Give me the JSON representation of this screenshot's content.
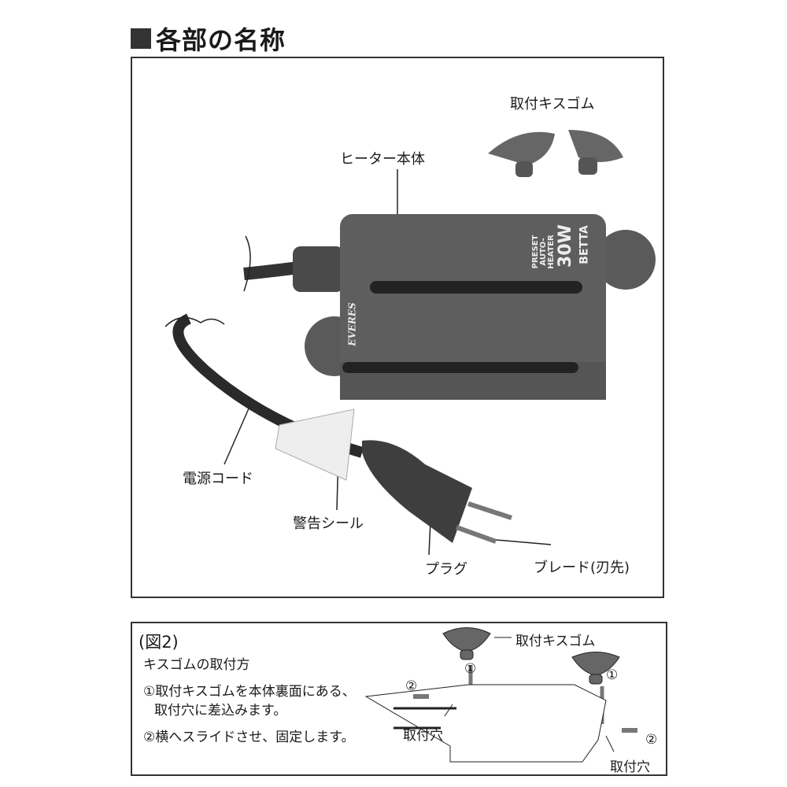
{
  "section_title": "各部の名称",
  "parts": {
    "suction_cups": "取付キスゴム",
    "heater_body": "ヒーター本体",
    "power_cord": "電源コード",
    "warning_seal": "警告シール",
    "plug": "プラグ",
    "blade": "ブレード(刃先)"
  },
  "product": {
    "brand": "EVERES",
    "model_lines": [
      "PRESET",
      "AUTO-",
      "HEATER"
    ],
    "wattage": "30W",
    "name": "BETTA"
  },
  "figure2": {
    "label": "(図2)",
    "heading": "キスゴムの取付方",
    "step1_line1": "①取付キスゴムを本体裏面にある、",
    "step1_line2": "取付穴に差込みます。",
    "step2": "②横へスライドさせ、固定します。",
    "diagram": {
      "suction_label": "取付キスゴム",
      "hole_left": "取付穴",
      "hole_right": "取付穴",
      "marker1_left": "①",
      "marker1_right": "①",
      "marker2_left": "②",
      "marker2_right": "②"
    }
  }
}
